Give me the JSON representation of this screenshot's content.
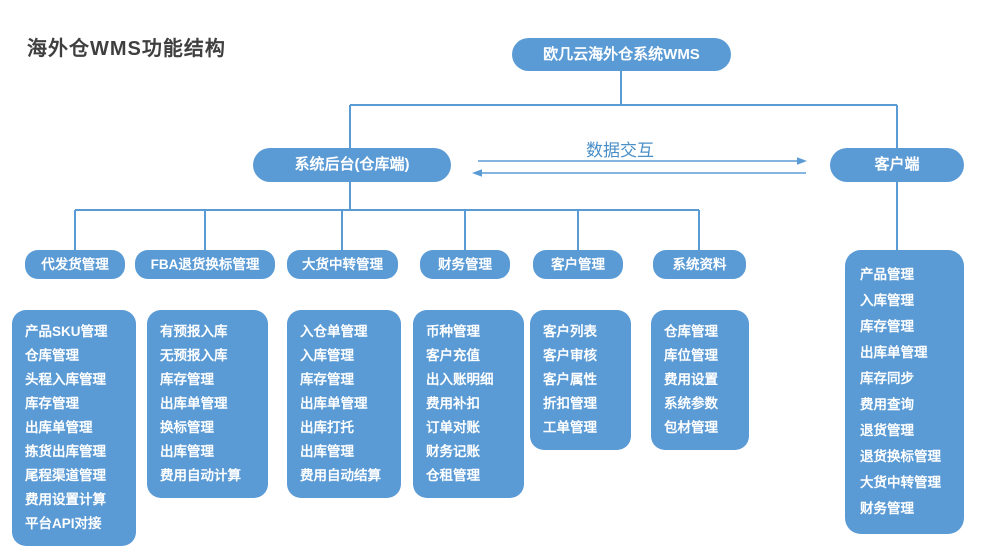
{
  "title": "海外仓WMS功能结构",
  "root": {
    "label": "欧几云海外仓系统WMS"
  },
  "backend": {
    "label": "系统后台(仓库端)"
  },
  "client": {
    "label": "客户端"
  },
  "data_exchange_label": "数据交互",
  "colors": {
    "node_fill": "#5B9BD5",
    "node_text": "#FFFFFF",
    "connector": "#5B9BD5",
    "title_text": "#3F3F3F",
    "exchange_text": "#4A8FC8",
    "background": "#FFFFFF"
  },
  "categories": [
    {
      "label": "代发货管理",
      "items": [
        "产品SKU管理",
        "仓库管理",
        "头程入库管理",
        "库存管理",
        "出库单管理",
        "拣货出库管理",
        "尾程渠道管理",
        "费用设置计算",
        "平台API对接"
      ]
    },
    {
      "label": "FBA退货换标管理",
      "items": [
        "有预报入库",
        "无预报入库",
        "库存管理",
        "出库单管理",
        "换标管理",
        "出库管理",
        "费用自动计算"
      ]
    },
    {
      "label": "大货中转管理",
      "items": [
        "入仓单管理",
        "入库管理",
        "库存管理",
        "出库单管理",
        "出库打托",
        "出库管理",
        "费用自动结算"
      ]
    },
    {
      "label": "财务管理",
      "items": [
        "币种管理",
        "客户充值",
        "出入账明细",
        "费用补扣",
        "订单对账",
        "财务记账",
        "仓租管理"
      ]
    },
    {
      "label": "客户管理",
      "items": [
        "客户列表",
        "客户审核",
        "客户属性",
        "折扣管理",
        "工单管理"
      ]
    },
    {
      "label": "系统资料",
      "items": [
        "仓库管理",
        "库位管理",
        "费用设置",
        "系统参数",
        "包材管理"
      ]
    }
  ],
  "client_items": [
    "产品管理",
    "入库管理",
    "库存管理",
    "出库单管理",
    "库存同步",
    "费用查询",
    "退货管理",
    "退货换标管理",
    "大货中转管理",
    "财务管理"
  ]
}
